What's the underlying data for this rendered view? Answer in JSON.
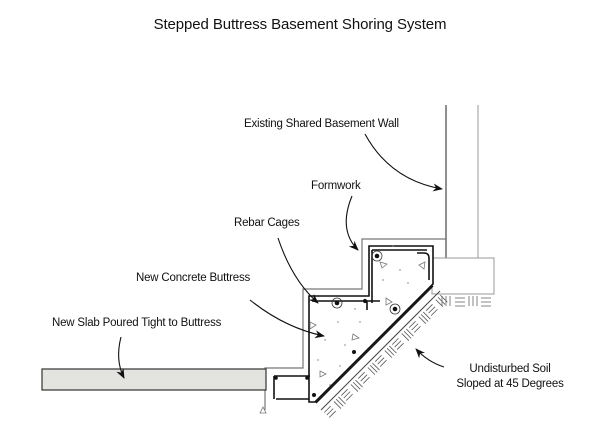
{
  "title": "Stepped Buttress Basement Shoring System",
  "labels": {
    "existing_wall": "Existing Shared Basement Wall",
    "formwork": "Formwork",
    "rebar_cages": "Rebar Cages",
    "new_concrete_buttress": "New Concrete Buttress",
    "new_slab": "New Slab Poured Tight to Buttress",
    "undisturbed_soil_line1": "Undisturbed Soil",
    "undisturbed_soil_line2": "Sloped at 45 Degrees"
  },
  "colors": {
    "line": "#222222",
    "light_line": "#9a9a9a",
    "slab_fill": "#e3e3df",
    "background": "#ffffff"
  }
}
